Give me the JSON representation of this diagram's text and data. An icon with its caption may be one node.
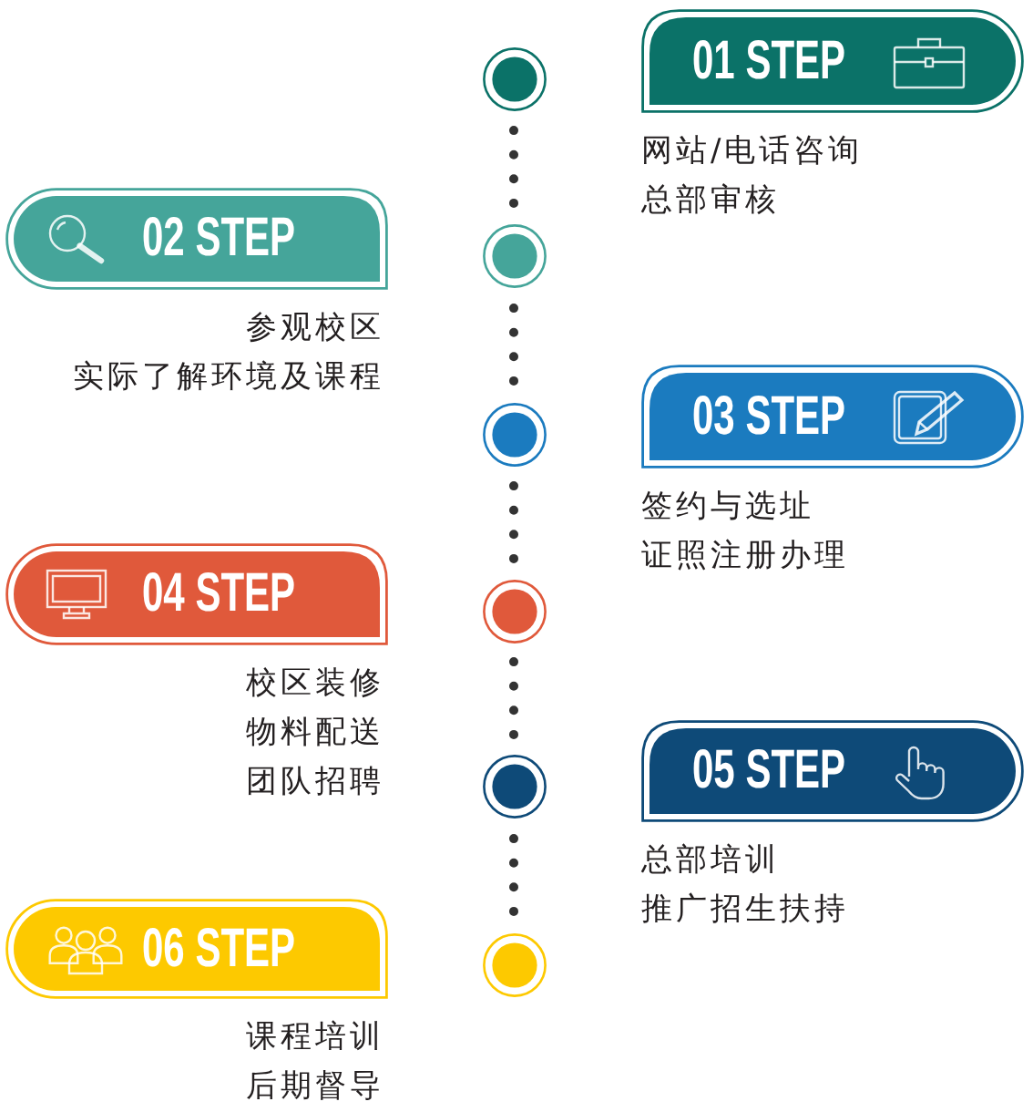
{
  "diagram": {
    "nodes": [
      {
        "text": [
          "01 STEP"
        ],
        "beside": [
          "网站/电话咨询",
          "总部审核"
        ]
      },
      {
        "text": [],
        "shape": "circle"
      },
      {
        "text": [
          "02 STEP"
        ],
        "beside": [
          "参观校区",
          "实际了解环境及课程"
        ]
      },
      {
        "text": [],
        "shape": "circle"
      },
      {
        "text": [
          "03 STEP"
        ],
        "beside": [
          "签约与选址",
          "证照注册办理"
        ]
      },
      {
        "text": [],
        "shape": "circle"
      },
      {
        "text": [
          "04 STEP"
        ],
        "beside": [
          "校区装修",
          "物料配送",
          "团队招聘"
        ]
      },
      {
        "text": [],
        "shape": "circle"
      },
      {
        "text": [
          "05 STEP"
        ],
        "beside": [
          "总部培训",
          "推广招生扶持"
        ]
      },
      {
        "text": [],
        "shape": "circle"
      },
      {
        "text": [
          "06 STEP"
        ],
        "beside": [
          "课程培训",
          "后期督导"
        ]
      },
      {
        "text": [],
        "shape": "circle"
      }
    ],
    "edges": [
      {
        "from": 1,
        "to": 3,
        "arrow": "none",
        "style": "dashed"
      },
      {
        "from": 3,
        "to": 5,
        "arrow": "none",
        "style": "dashed"
      },
      {
        "from": 5,
        "to": 7,
        "arrow": "none",
        "style": "dashed"
      },
      {
        "from": 7,
        "to": 9,
        "arrow": "none",
        "style": "dashed"
      },
      {
        "from": 9,
        "to": 11,
        "arrow": "none",
        "style": "dashed"
      }
    ]
  }
}
